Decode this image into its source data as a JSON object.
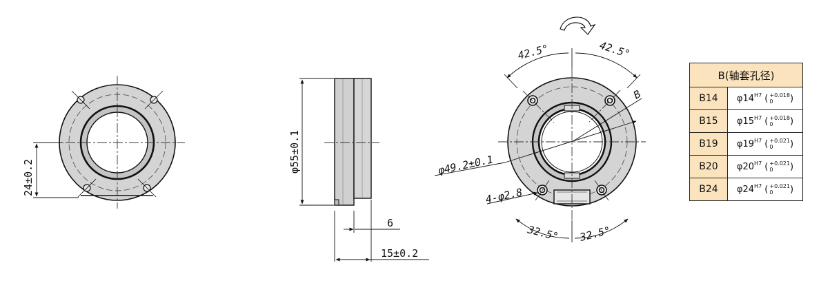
{
  "front_view": {
    "dim_offset": "24±0.2"
  },
  "side_view": {
    "dim_diameter": "φ55±0.1",
    "dim_thickness": "6",
    "dim_length": "15±0.2"
  },
  "rear_view": {
    "angle_top_left": "42.5°",
    "angle_top_right": "42.5°",
    "angle_bottom_left": "32.5°",
    "angle_bottom_right": "32.5°",
    "label_b": "B",
    "dim_pcd": "φ49.2±0.1",
    "dim_holes": "4-φ2.8",
    "rotation_icon": "curved-arrow-icon"
  },
  "bore_table": {
    "header": "B(轴套孔径)",
    "rows": [
      {
        "code": "B14",
        "dia": "φ14",
        "fit": "H7",
        "upper": "+0.018",
        "lower": "0"
      },
      {
        "code": "B15",
        "dia": "φ15",
        "fit": "H7",
        "upper": "+0.018",
        "lower": "0"
      },
      {
        "code": "B19",
        "dia": "φ19",
        "fit": "H7",
        "upper": "+0.021",
        "lower": "0"
      },
      {
        "code": "B20",
        "dia": "φ20",
        "fit": "H7",
        "upper": "+0.021",
        "lower": "0"
      },
      {
        "code": "B24",
        "dia": "φ24",
        "fit": "H7",
        "upper": "+0.021",
        "lower": "0"
      }
    ]
  },
  "colors": {
    "part_fill": "#d4d4d4",
    "part_fill_dark": "#bcbcbc",
    "line": "#111111",
    "table_header": "#fbe3bd"
  }
}
